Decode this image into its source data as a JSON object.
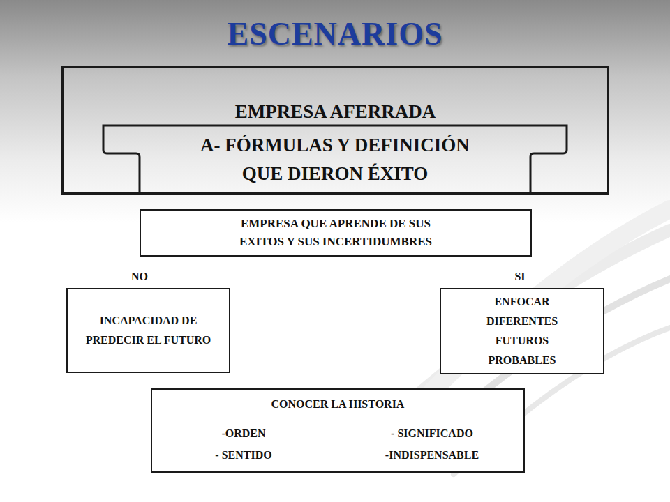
{
  "diagram": {
    "title": "ESCENARIOS",
    "nodes": [
      {
        "text": [
          "EMPRESA AFERRADA"
        ]
      },
      {
        "text": [
          "A- FÓRMULAS Y DEFINICIÓN QUE DIERON ÉXITO"
        ],
        "in": 0
      },
      {
        "text": [
          "EMPRESA QUE APRENDE DE SUS EXITOS Y SUS INCERTIDUMBRES"
        ]
      },
      {
        "text": [
          "INCAPACIDAD DE PREDECIR EL FUTURO"
        ]
      },
      {
        "text": [
          "ENFOCAR DIFERENTES FUTUROS PROBABLES"
        ]
      },
      {
        "text": [
          "CONOCER LA HISTORIA",
          "-ORDEN",
          "- SIGNIFICADO",
          "- SENTIDO",
          "-INDISPENSABLE"
        ]
      }
    ],
    "labels": [
      "NO",
      "SI"
    ]
  }
}
